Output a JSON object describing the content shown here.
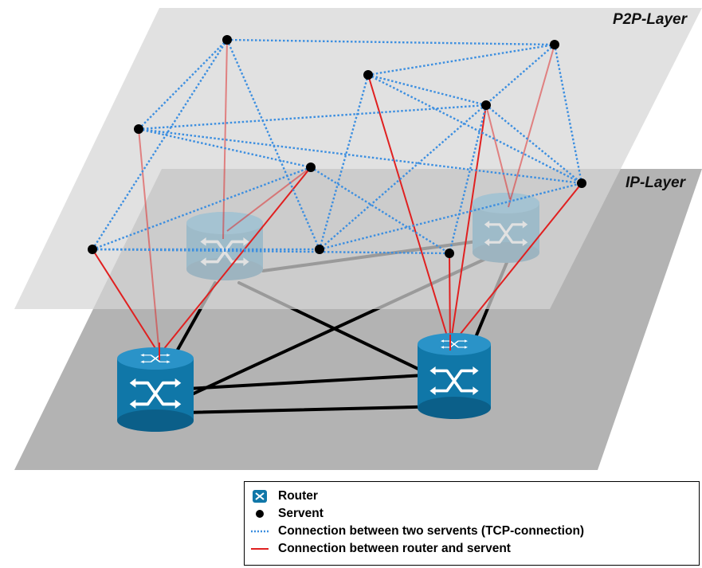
{
  "layers": {
    "p2p_label": "P2P-Layer",
    "ip_label": "IP-Layer"
  },
  "legend": {
    "router": "Router",
    "servent": "Servent",
    "tcp_connection": "Connection between two servents (TCP-connection)",
    "router_servent_connection": "Connection between router and servent"
  },
  "colors": {
    "p2p_plane": "#d9d9d9",
    "ip_plane": "#b3b3b3",
    "router_fill": "#1077a8",
    "router_arrow": "#ffffff",
    "servent": "#000000",
    "tcp_line": "#3d8fe0",
    "router_servent_line": "#e02020",
    "router_link": "#000000"
  }
}
